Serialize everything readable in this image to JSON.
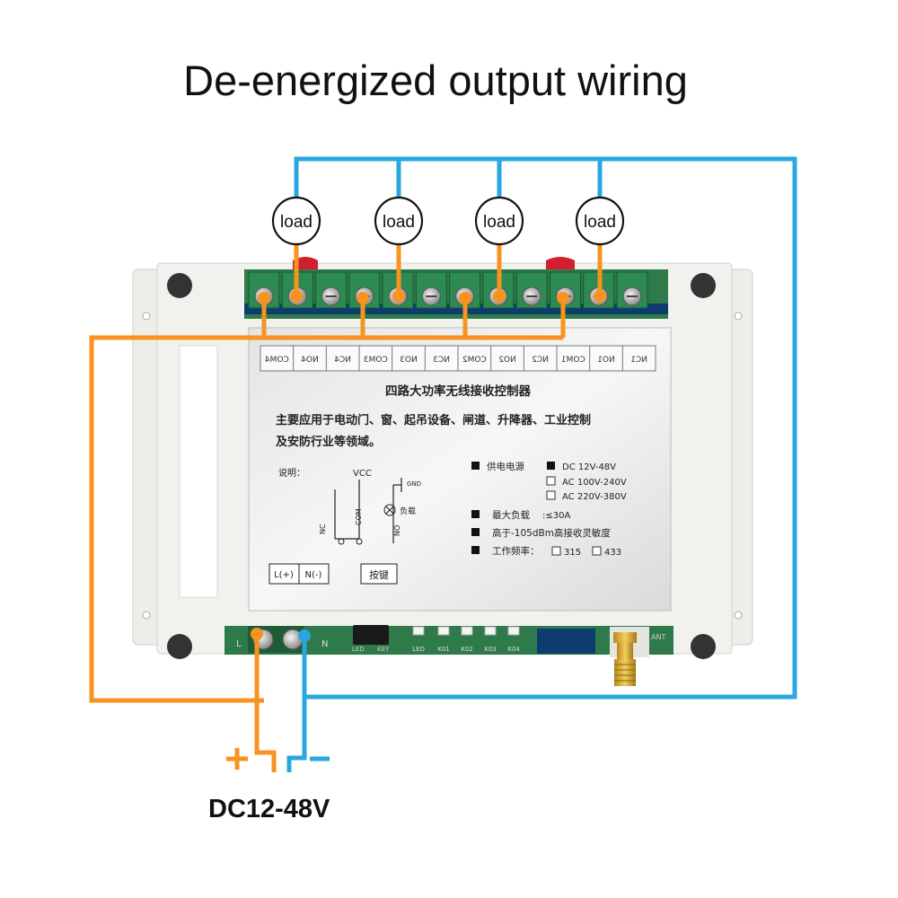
{
  "title": "De-energized output wiring",
  "loads": [
    "load",
    "load",
    "load",
    "load"
  ],
  "terminal_labels": [
    "COM4",
    "NO4",
    "NC4",
    "COM3",
    "NO3",
    "NC3",
    "COM2",
    "NO2",
    "NC2",
    "COM1",
    "NO1",
    "NC1"
  ],
  "panel": {
    "heading": "四路大功率无线接收控制器",
    "desc_line1": "主要应用于电动门、窗、起吊设备、闸道、升降器、工业控制",
    "desc_line2": "及安防行业等领域。",
    "note_label": "说明：",
    "vcc": "VCC",
    "gnd": "GND",
    "nc": "NC",
    "com": "COM",
    "no": "NO",
    "load_cn": "负载",
    "l_plus": "L(+)",
    "n_minus": "N(-)",
    "key_button": "按键",
    "power_label": "供电电源",
    "power_options": [
      "DC 12V-48V",
      "AC 100V-240V",
      "AC 220V-380V"
    ],
    "max_load_label": "最大负载",
    "max_load_value": ":≤30A",
    "sensitivity": "高于-105dBm高接收灵敏度",
    "freq_label": "工作频率：",
    "freq_options": [
      "315",
      "433"
    ]
  },
  "bottom_labels": {
    "l": "L",
    "n": "N",
    "leds": [
      "LED",
      "K01",
      "K02",
      "K03",
      "K04"
    ],
    "left_small": [
      "LED",
      "KEY"
    ],
    "ant": "ANT"
  },
  "supply": {
    "plus": "+",
    "minus": "-",
    "voltage": "DC12-48V"
  },
  "colors": {
    "positive_wire": "#f7931e",
    "negative_wire": "#29a8e0",
    "pcb_green": "#2f7a4a",
    "housing": "#eeeeea"
  }
}
